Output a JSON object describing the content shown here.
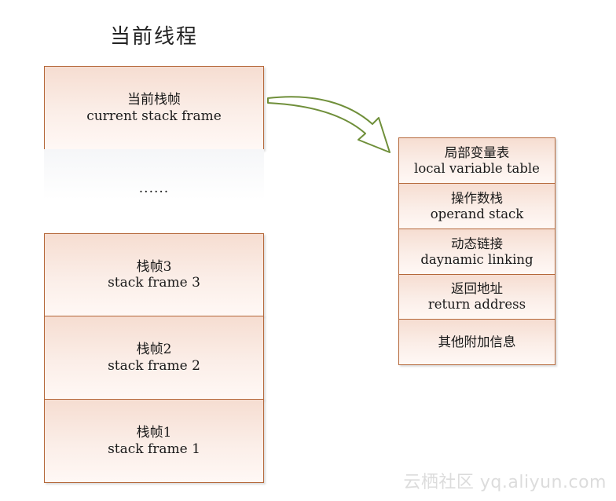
{
  "title": "当前线程",
  "current_frame": {
    "zh": "当前栈帧",
    "en": "current stack frame"
  },
  "ellipsis": "......",
  "frames": [
    {
      "zh": "栈帧3",
      "en": "stack frame 3"
    },
    {
      "zh": "栈帧2",
      "en": "stack frame 2"
    },
    {
      "zh": "栈帧1",
      "en": "stack frame 1"
    }
  ],
  "frame_structure": [
    {
      "zh": "局部变量表",
      "en": "local variable table"
    },
    {
      "zh": "操作数栈",
      "en": "operand stack"
    },
    {
      "zh": "动态链接",
      "en": "daynamic linking"
    },
    {
      "zh": "返回地址",
      "en": "return address"
    },
    {
      "zh": "其他附加信息",
      "en": ""
    }
  ],
  "watermark": "云栖社区 yq.aliyun.com",
  "colors": {
    "border": "#b5683a",
    "fill": "#f6ddd1",
    "arrow": "#6f8f3a"
  }
}
